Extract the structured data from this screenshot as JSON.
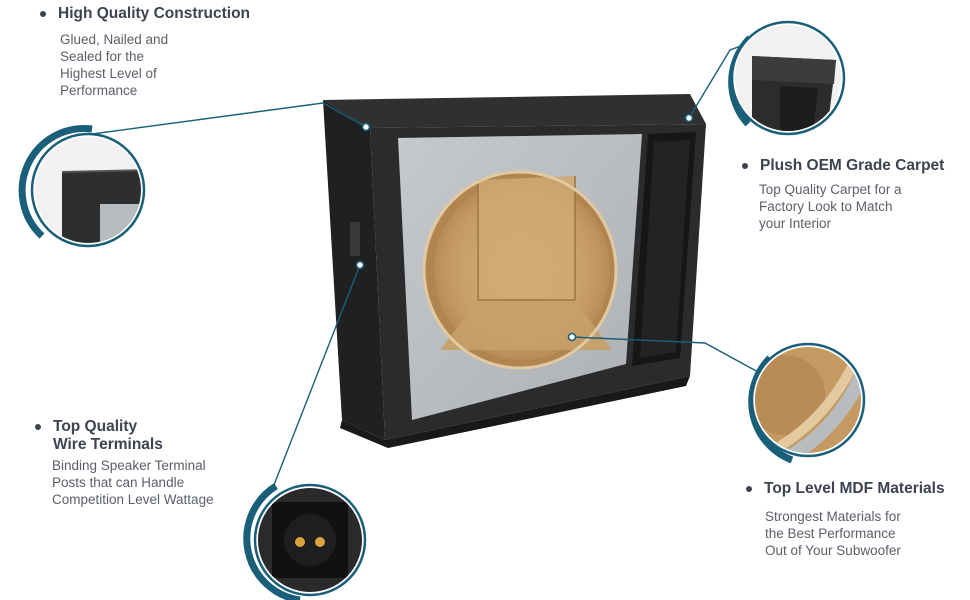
{
  "colors": {
    "accent": "#1a5f7a",
    "carpet": "#2a2a2c",
    "face_panel": "#b9bcbf",
    "mdf": "#c8a36e"
  },
  "features": {
    "construction": {
      "title_lines": [
        "High Quality Construction"
      ],
      "desc_lines": [
        "Glued, Nailed and",
        "Sealed for the",
        "Highest Level of",
        "Performance"
      ]
    },
    "carpet": {
      "title_lines": [
        "Plush OEM Grade Carpet"
      ],
      "desc_lines": [
        "Top Quality Carpet for a",
        "Factory Look to Match",
        "your Interior"
      ]
    },
    "terminals": {
      "title_lines": [
        "Top Quality",
        "Wire Terminals"
      ],
      "desc_lines": [
        "Binding Speaker Terminal",
        "Posts that can Handle",
        "Competition Level Wattage"
      ]
    },
    "mdf": {
      "title_lines": [
        "Top Level MDF Materials"
      ],
      "desc_lines": [
        "Strongest Materials for",
        "the Best Performance",
        "Out of  Your Subwoofer"
      ]
    }
  }
}
